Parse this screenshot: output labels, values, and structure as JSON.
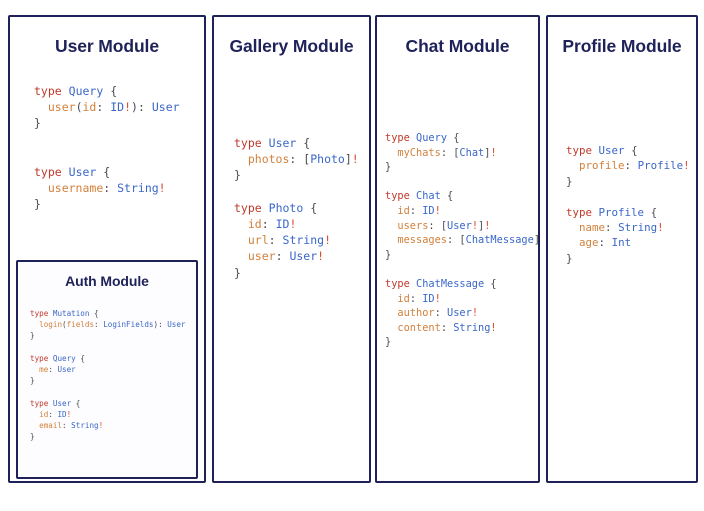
{
  "diagram": {
    "background": "#ffffff",
    "border_color": "#1f2259",
    "title_color": "#1f2259",
    "token_colors": {
      "keyword": "#c0392b",
      "type_name": "#3a67c7",
      "field_name": "#d2813c",
      "punctuation": "#4a4a55",
      "non_null_bang": "#d84a32"
    }
  },
  "panels": {
    "user": {
      "title": "User Module",
      "code_lines": [
        "type Query {",
        "  user(id: ID!): User",
        "}",
        "",
        "",
        "type User {",
        "  username: String!",
        "}"
      ],
      "nested": {
        "auth": {
          "title": "Auth Module",
          "code_lines": [
            "type Mutation {",
            "  login(fields: LoginFields): User",
            "}",
            "",
            "type Query {",
            "  me: User",
            "}",
            "",
            "type User {",
            "  id: ID!",
            "  email: String!",
            "}"
          ]
        }
      }
    },
    "gallery": {
      "title": "Gallery Module",
      "code_lines": [
        "type User {",
        "  photos: [Photo]!",
        "}",
        "",
        "type Photo {",
        "  id: ID!",
        "  url: String!",
        "  user: User!",
        "}"
      ]
    },
    "chat": {
      "title": "Chat Module",
      "code_lines": [
        "type Query {",
        "  myChats: [Chat]!",
        "}",
        "",
        "type Chat {",
        "  id: ID!",
        "  users: [User!]!",
        "  messages: [ChatMessage]!",
        "}",
        "",
        "type ChatMessage {",
        "  id: ID!",
        "  author: User!",
        "  content: String!",
        "}"
      ]
    },
    "profile": {
      "title": "Profile Module",
      "code_lines": [
        "type User {",
        "  profile: Profile!",
        "}",
        "",
        "type Profile {",
        "  name: String!",
        "  age: Int",
        "}"
      ]
    }
  }
}
